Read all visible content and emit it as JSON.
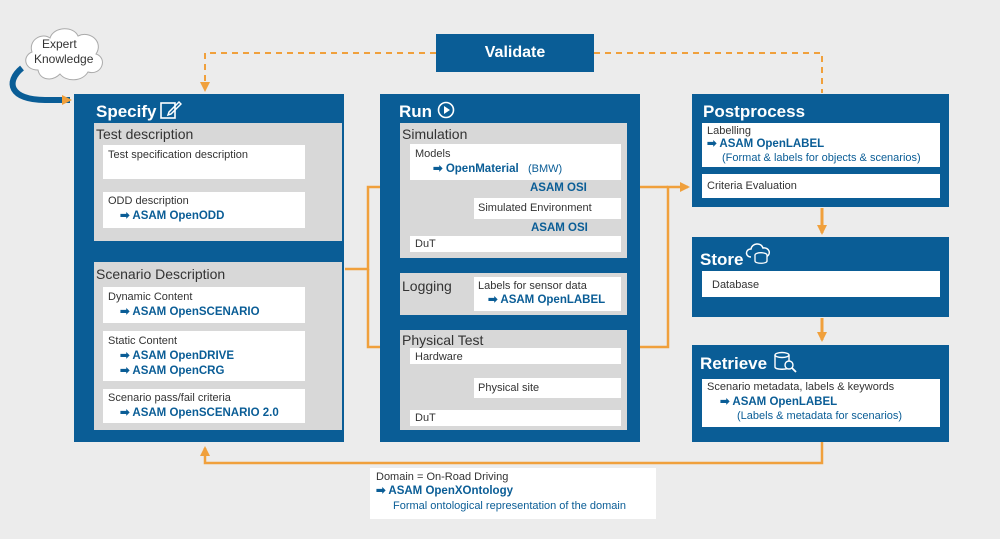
{
  "expert": {
    "line1": "Expert",
    "line2": "Knowledge"
  },
  "validate": "Validate",
  "specify": {
    "title": "Specify",
    "test_description": {
      "heading": "Test description",
      "test_spec": "Test specification description",
      "odd": {
        "label": "ODD description",
        "link": "➡ ASAM OpenODD"
      }
    },
    "scenario_description": {
      "heading": "Scenario Description",
      "dynamic": {
        "label": "Dynamic Content",
        "link": "➡ ASAM OpenSCENARIO"
      },
      "static": {
        "label": "Static Content",
        "link1": "➡ ASAM OpenDRIVE",
        "link2": "➡ ASAM OpenCRG"
      },
      "criteria": {
        "label": "Scenario pass/fail criteria",
        "link": "➡ ASAM OpenSCENARIO 2.0"
      }
    }
  },
  "run": {
    "title": "Run",
    "simulation": {
      "heading": "Simulation",
      "models": "Models",
      "openmaterial": "➡ OpenMaterial",
      "bmw": "(BMW)",
      "osi1": "ASAM OSI",
      "sim_env": "Simulated Environment",
      "osi2": "ASAM OSI",
      "dut": "DuT"
    },
    "logging": {
      "heading": "Logging",
      "labels": "Labels for sensor data",
      "link": "➡ ASAM OpenLABEL"
    },
    "physical": {
      "heading": "Physical Test",
      "hardware": "Hardware",
      "site": "Physical site",
      "dut": "DuT"
    }
  },
  "postprocess": {
    "title": "Postprocess",
    "labelling": "Labelling",
    "link": "➡ ASAM OpenLABEL",
    "format": "(Format & labels for objects & scenarios)",
    "criteria": "Criteria Evaluation"
  },
  "store": {
    "title": "Store",
    "database": "Database"
  },
  "retrieve": {
    "title": "Retrieve",
    "meta": "Scenario metadata, labels & keywords",
    "link": "➡ ASAM OpenLABEL",
    "desc": "(Labels & metadata for scenarios)"
  },
  "domain": {
    "line": "Domain = On-Road Driving",
    "link": "➡ ASAM OpenXOntology",
    "desc": "Formal ontological representation of the domain"
  },
  "colors": {
    "brand": "#0a5d96",
    "arrow": "#f0a03c",
    "panel": "#d8d8d8",
    "background": "#ececec"
  }
}
